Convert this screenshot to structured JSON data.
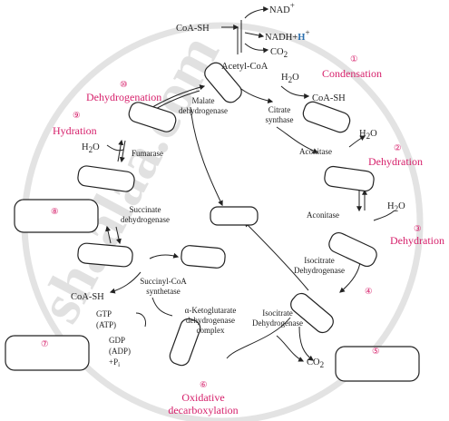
{
  "reactants": {
    "coa_sh_top": "CoA-SH",
    "nad": "NAD",
    "nad_sup": "+",
    "nadh": "NADH+",
    "h_highlight": "H",
    "nadh_sup": "+",
    "co2_top": "CO",
    "co2_top_sub": "2",
    "acetyl_coa": "Acetyl-CoA",
    "h2o_1": "H",
    "h2o_1_sub": "2",
    "h2o_1_o": "O",
    "coa_sh_1": "CoA-SH",
    "h2o_2": "H",
    "h2o_2_sub": "2",
    "h2o_2_o": "O",
    "h2o_3": "H",
    "h2o_3_sub": "2",
    "h2o_3_o": "O",
    "h2o_9": "H",
    "h2o_9_sub": "2",
    "h2o_9_o": "O",
    "co2_bottom": "CO",
    "co2_bottom_sub": "2",
    "coa_sh_bottom": "CoA-SH",
    "gtp": "GTP",
    "atp": "(ATP)",
    "gdp": "GDP",
    "adp": "(ADP)",
    "pi": "+P",
    "pi_sub": "i"
  },
  "enzymes": {
    "malate_dh": [
      "Malate",
      "dehydrogenase"
    ],
    "citrate_synthase": [
      "Citrate",
      "synthase"
    ],
    "aconitase_1": "Aconitase",
    "aconitase_2": "Aconitase",
    "fumarase": "Fumarase",
    "succinate_dh": [
      "Succinate",
      "dehydrogenase"
    ],
    "isocitrate_dh_1": [
      "Isocitrate",
      "Dehydrogenase"
    ],
    "isocitrate_dh_2": [
      "Isocitrate",
      "Dehydrogenase"
    ],
    "succinyl_coa_synthetase": [
      "Succinyl-CoA",
      "synthetase"
    ],
    "akg_dh_complex": [
      "α-Ketoglutarate",
      "dehydrogenase",
      "complex"
    ]
  },
  "steps": {
    "n1": "①",
    "s1": "Condensation",
    "n2": "②",
    "s2": "Dehydration",
    "n3": "③",
    "s3": "Dehydration",
    "n4": "④",
    "n5": "⑤",
    "n6": "⑥",
    "s6a": "Oxidative",
    "s6b": "decarboxylation",
    "n7": "⑦",
    "n8": "⑧",
    "n9": "⑨",
    "s9": "Hydration",
    "n10": "⑩",
    "s10": "Dehydrogenation"
  },
  "watermark": "shaalaa.com",
  "colors": {
    "accent": "#d6206b",
    "ink": "#222222",
    "highlight": "#2b6fae"
  }
}
